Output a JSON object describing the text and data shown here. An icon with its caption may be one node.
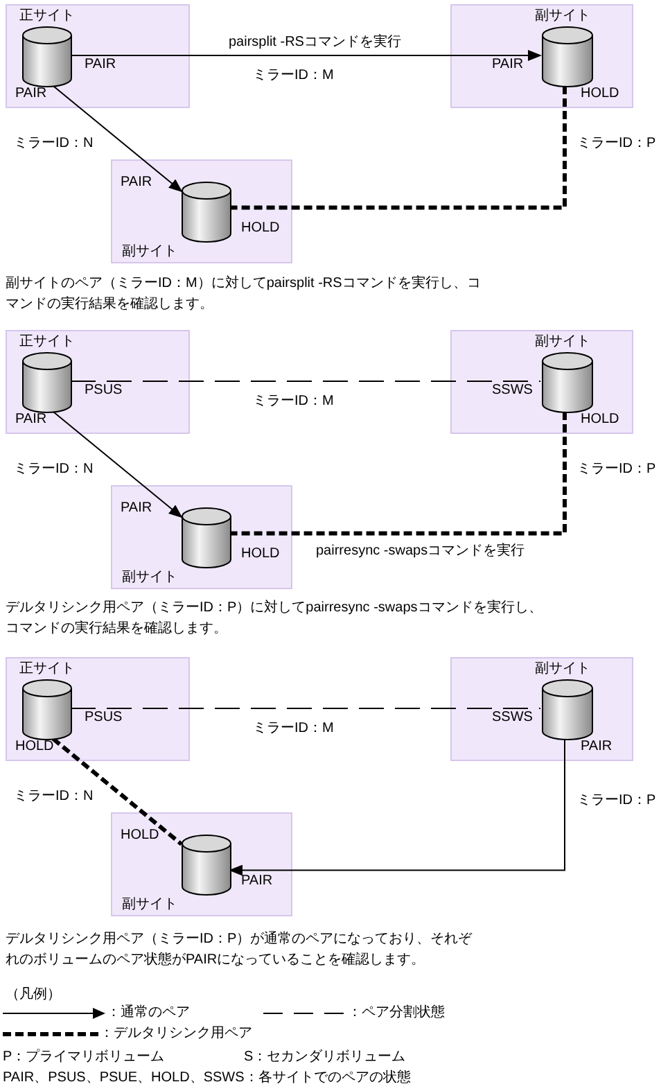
{
  "diagram": {
    "nodes": [
      {
        "text": [
          "正サイト"
        ]
      },
      {
        "text": [],
        "shape": "cylinder",
        "in": 0,
        "beside": [
          "PAIR",
          "PAIR"
        ]
      },
      {
        "text": [
          "副サイト"
        ]
      },
      {
        "text": [],
        "shape": "cylinder",
        "in": 2,
        "beside": [
          "PAIR",
          "HOLD"
        ]
      },
      {
        "text": [
          "副サイト"
        ]
      },
      {
        "text": [],
        "shape": "cylinder",
        "in": 4,
        "beside": [
          "PAIR",
          "HOLD"
        ]
      },
      {
        "text": [
          "正サイト"
        ]
      },
      {
        "text": [],
        "shape": "cylinder",
        "in": 6,
        "beside": [
          "PSUS",
          "PAIR"
        ]
      },
      {
        "text": [
          "副サイト"
        ]
      },
      {
        "text": [],
        "shape": "cylinder",
        "in": 8,
        "beside": [
          "SSWS",
          "HOLD"
        ]
      },
      {
        "text": [
          "副サイト"
        ]
      },
      {
        "text": [],
        "shape": "cylinder",
        "in": 10,
        "beside": [
          "PAIR",
          "HOLD"
        ]
      },
      {
        "text": [
          "正サイト"
        ]
      },
      {
        "text": [],
        "shape": "cylinder",
        "in": 12,
        "beside": [
          "PSUS",
          "HOLD"
        ]
      },
      {
        "text": [
          "副サイト"
        ]
      },
      {
        "text": [],
        "shape": "cylinder",
        "in": 14,
        "beside": [
          "SSWS",
          "PAIR"
        ]
      },
      {
        "text": [
          "副サイト"
        ]
      },
      {
        "text": [],
        "shape": "cylinder",
        "in": 16,
        "beside": [
          "HOLD",
          "PAIR"
        ]
      }
    ],
    "edges": [
      {
        "from": 1,
        "to": 3,
        "arrow": "to",
        "label": "ミラーID：M"
      },
      {
        "from": 1,
        "to": 5,
        "arrow": "to",
        "label": "ミラーID：N"
      },
      {
        "from": 3,
        "to": 5,
        "arrow": "none",
        "label": "ミラーID：P",
        "style": "dashed"
      },
      {
        "from": 7,
        "to": 9,
        "arrow": "none",
        "label": "ミラーID：M",
        "style": "dashed"
      },
      {
        "from": 7,
        "to": 11,
        "arrow": "to",
        "label": "ミラーID：N"
      },
      {
        "from": 9,
        "to": 11,
        "arrow": "none",
        "label": "ミラーID：P",
        "style": "dashed"
      },
      {
        "from": 13,
        "to": 15,
        "arrow": "none",
        "label": "ミラーID：M",
        "style": "dashed"
      },
      {
        "from": 13,
        "to": 17,
        "arrow": "none",
        "label": "ミラーID：N",
        "style": "dashed"
      },
      {
        "from": 15,
        "to": 17,
        "arrow": "to",
        "label": "ミラーID：P"
      }
    ],
    "labels": [
      "pairsplit -RSコマンドを実行",
      "副サイトのペア（ミラーID：M）に対してpairsplit -RSコマンドを実行し、コマンドの実行結果を確認します。",
      "pairresync -swapsコマンドを実行",
      "デルタリシンク用ペア（ミラーID：P）に対してpairresync -swapsコマンドを実行し、コマンドの実行結果を確認します。",
      "デルタリシンク用ペア（ミラーID：P）が通常のペアになっており、それぞれのボリュームのペア状態がPAIRになっていることを確認します。",
      "（凡例）",
      "P：プライマリボリューム",
      "S：セカンダリボリューム",
      "PAIR、PSUS、PSUE、HOLD、SSWS：各サイトでのペアの状態"
    ],
    "legend": [
      {
        "text": "：通常のペア"
      },
      {
        "text": "：ペア分割状態"
      },
      {
        "text": "：デルタリシンク用ペア"
      }
    ]
  }
}
